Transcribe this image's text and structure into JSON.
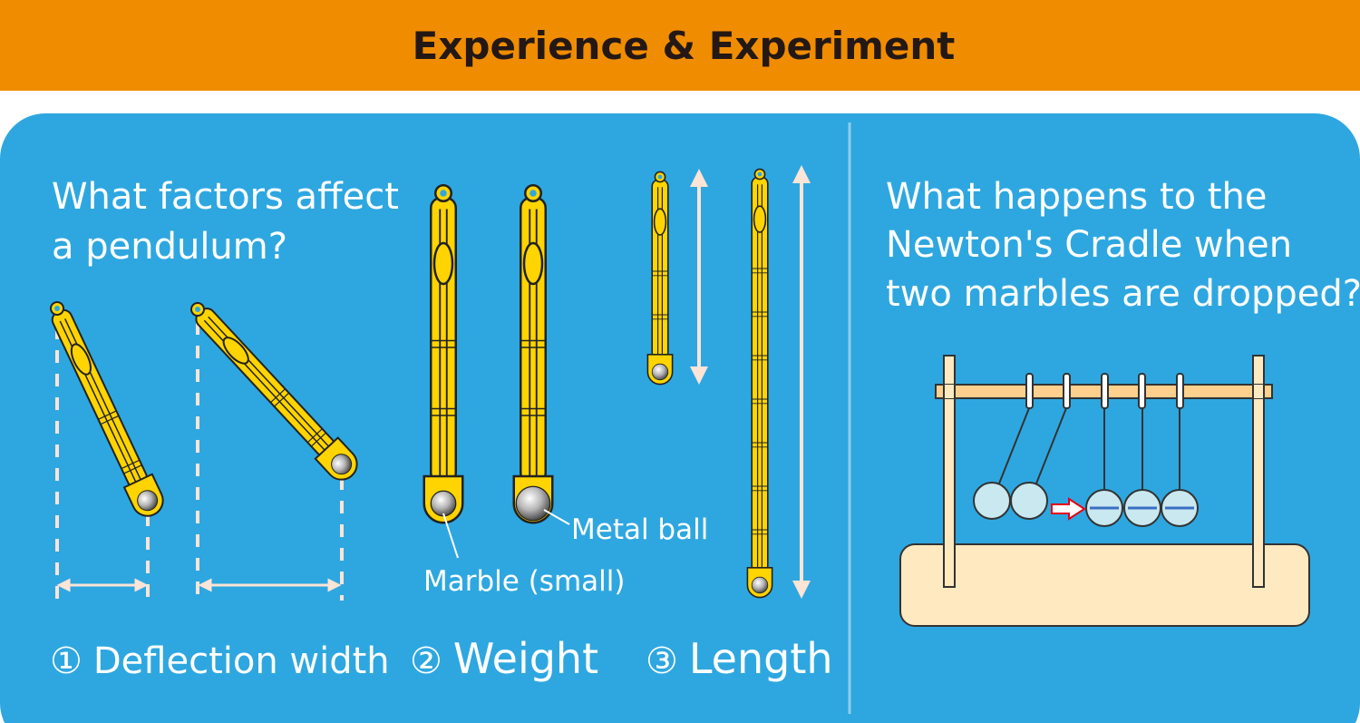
{
  "header": {
    "title": "Experience & Experiment"
  },
  "left": {
    "question_lines": [
      "What factors affect",
      "a pendulum?"
    ],
    "labels": {
      "metal_ball": "Metal ball",
      "marble": "Marble (small)"
    },
    "factors": [
      {
        "num": "①",
        "label": "Deflection width"
      },
      {
        "num": "②",
        "label": "Weight"
      },
      {
        "num": "③",
        "label": "Length"
      }
    ]
  },
  "right": {
    "question_lines": [
      "What happens to the",
      "Newton's Cradle when",
      "two marbles are dropped?"
    ]
  },
  "colors": {
    "header": "#F08C00",
    "panel": "#2EA7E0",
    "pendulum": "#FFD400",
    "guide": "#FCE4D6",
    "arrow": "#E60012"
  }
}
